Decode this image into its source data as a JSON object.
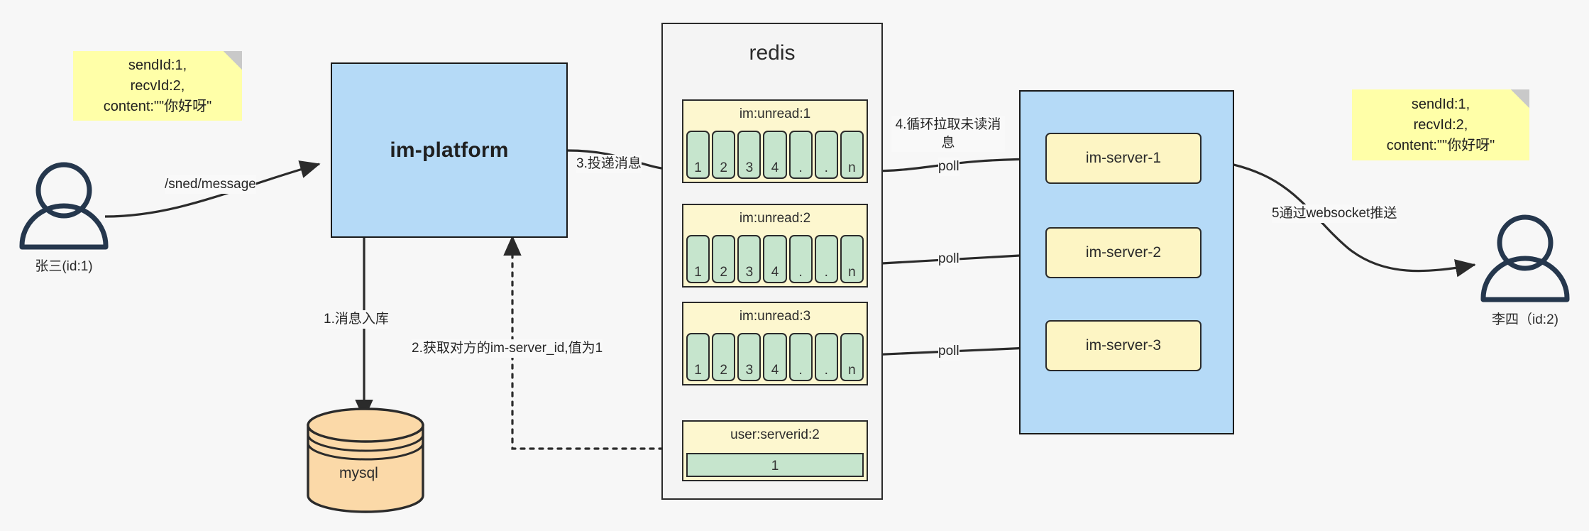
{
  "diagram": {
    "title": "IM message delivery architecture",
    "background": "#f7f7f7"
  },
  "notes": {
    "left": {
      "name": "message-payload-note-left",
      "text": "sendId:1,\nrecvId:2,\ncontent:\"\"你好呀\""
    },
    "right": {
      "name": "message-payload-note-right",
      "text": "sendId:1,\nrecvId:2,\ncontent:\"\"你好呀\""
    }
  },
  "actors": {
    "sender": {
      "label": "张三(id:1)"
    },
    "receiver": {
      "label": "李四（id:2)"
    }
  },
  "platform": {
    "label": "im-platform"
  },
  "database": {
    "label": "mysql"
  },
  "redis": {
    "title": "redis",
    "lists": [
      {
        "key": "im:unread:1",
        "cells": [
          "1",
          "2",
          "3",
          "4",
          ".",
          ".",
          "n"
        ]
      },
      {
        "key": "im:unread:2",
        "cells": [
          "1",
          "2",
          "3",
          "4",
          ".",
          ".",
          "n"
        ]
      },
      {
        "key": "im:unread:3",
        "cells": [
          "1",
          "2",
          "3",
          "4",
          ".",
          ".",
          "n"
        ]
      }
    ],
    "kv": {
      "key": "user:serverid:2",
      "value": "1"
    }
  },
  "cluster": {
    "servers": [
      {
        "label": "im-server-1"
      },
      {
        "label": "im-server-2"
      },
      {
        "label": "im-server-3"
      }
    ]
  },
  "edges": {
    "send_message": "/sned/message",
    "step1": "1.消息入库",
    "step2": "2.获取对方的im-server_id,值为1",
    "step3": "3.投递消息",
    "step4": "4.循环拉取未读消\n息",
    "step5": "5通过websocket推送",
    "poll1": "poll",
    "poll2": "poll",
    "poll3": "poll"
  },
  "colors": {
    "note": "#ffffa8",
    "blue": "#b5daf7",
    "yellow": "#fdf5c4",
    "green": "#c6e5cd",
    "orange": "#fbd9a8",
    "stroke": "#2b2b2b",
    "actor": "#25374d"
  }
}
